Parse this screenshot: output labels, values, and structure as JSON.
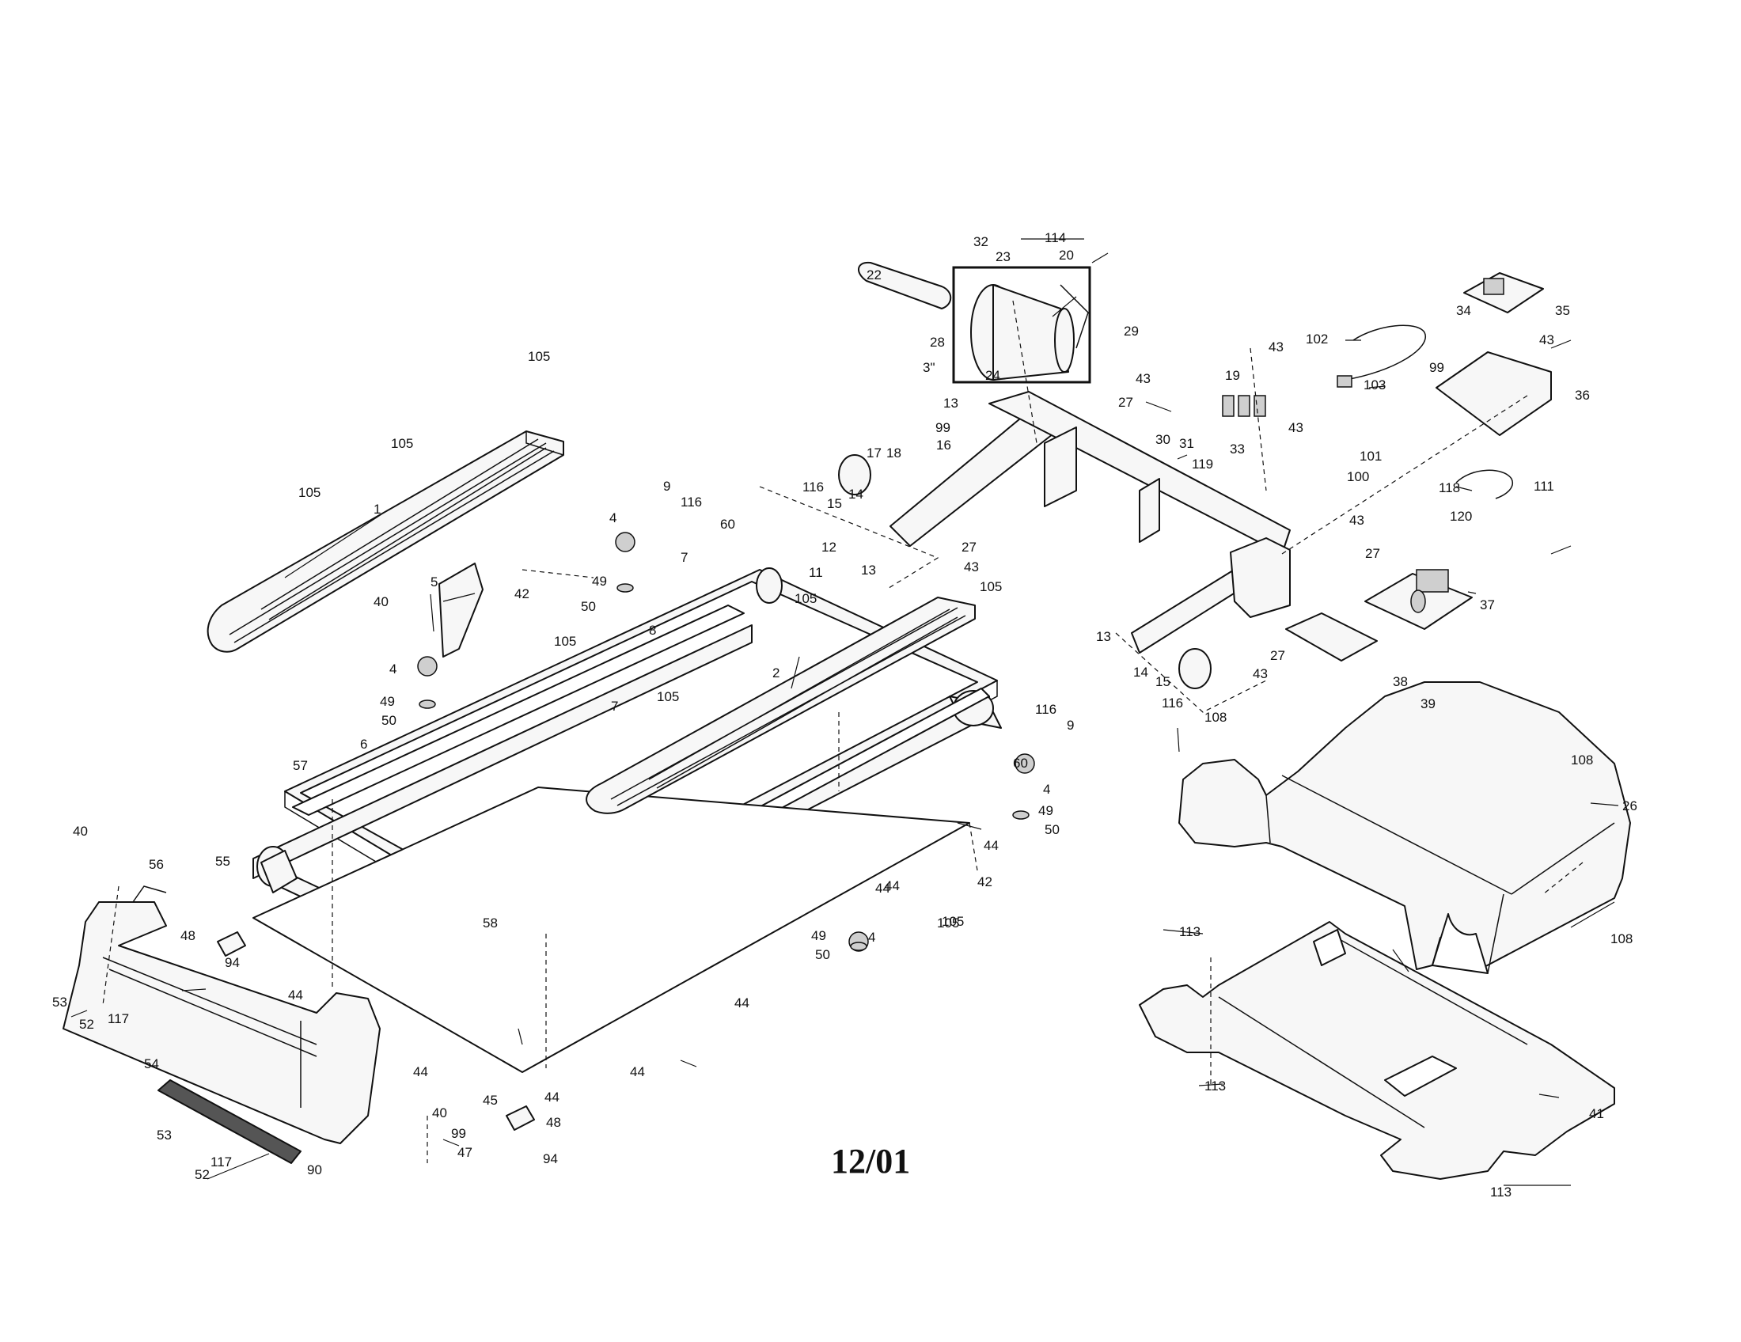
{
  "labels": {
    "l1": "1",
    "l2": "2",
    "l3": "3\"",
    "l4a": "4",
    "l4b": "4",
    "l4c": "4",
    "l4d": "4",
    "l5": "5",
    "l6": "6",
    "l7a": "7",
    "l7b": "7",
    "l8": "8",
    "l9a": "9",
    "l9b": "9",
    "l11": "11",
    "l12": "12",
    "l13a": "13",
    "l13b": "13",
    "l13c": "13",
    "l14a": "14",
    "l14b": "14",
    "l15a": "15",
    "l15b": "15",
    "l16": "16",
    "l17": "17",
    "l18": "18",
    "l19": "19",
    "l20": "20",
    "l22": "22",
    "l23": "23",
    "l24": "24",
    "l26": "26",
    "l27a": "27",
    "l27b": "27",
    "l27c": "27",
    "l27d": "27",
    "l28": "28",
    "l29": "29",
    "l30": "30",
    "l31": "31",
    "l32": "32",
    "l33": "33",
    "l34": "34",
    "l35": "35",
    "l36": "36",
    "l37": "37",
    "l38": "38",
    "l39": "39",
    "l40a": "40",
    "l40b": "40",
    "l40c": "40",
    "l41": "41",
    "l42a": "42",
    "l42b": "42",
    "l43a": "43",
    "l43b": "43",
    "l43c": "43",
    "l43d": "43",
    "l43e": "43",
    "l43f": "43",
    "l43g": "43",
    "l44a": "44",
    "l44b": "44",
    "l44c": "44",
    "l44d": "44",
    "l44e": "44",
    "l44f": "44",
    "l44g": "44",
    "l44h": "44",
    "l45": "45",
    "l47": "47",
    "l48a": "48",
    "l48b": "48",
    "l49a": "49",
    "l49b": "49",
    "l49c": "49",
    "l49d": "49",
    "l50a": "50",
    "l50b": "50",
    "l50c": "50",
    "l50d": "50",
    "l52a": "52",
    "l52b": "52",
    "l53a": "53",
    "l53b": "53",
    "l54": "54",
    "l55": "55",
    "l56": "56",
    "l57": "57",
    "l58": "58",
    "l60a": "60",
    "l60b": "60",
    "l90": "90",
    "l94a": "94",
    "l94b": "94",
    "l99a": "99",
    "l99b": "99",
    "l99c": "99",
    "l100": "100",
    "l101": "101",
    "l102": "102",
    "l103": "103",
    "l105a": "105",
    "l105b": "105",
    "l105c": "105",
    "l105d": "105",
    "l105e": "105",
    "l105f": "105",
    "l105g": "105",
    "l105h": "105",
    "l105i": "105",
    "l108a": "108",
    "l108b": "108",
    "l108c": "108",
    "l111": "111",
    "l113a": "113",
    "l113b": "113",
    "l113c": "113",
    "l114": "114",
    "l116a": "116",
    "l116b": "116",
    "l116c": "116",
    "l116d": "116",
    "l117a": "117",
    "l117b": "117",
    "l118": "118",
    "l119": "119",
    "l120": "120"
  },
  "date_code": "12/01"
}
